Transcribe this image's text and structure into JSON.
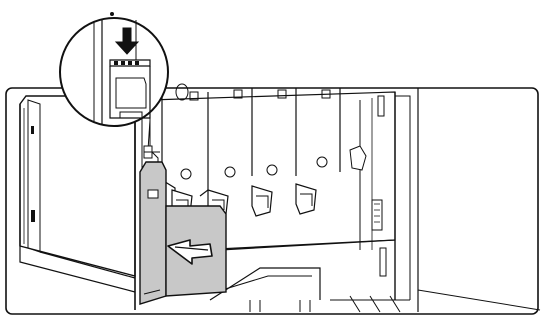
{
  "colors": {
    "line": "#111111",
    "waste_toner_box": "#c8c8c8",
    "background": "#ffffff",
    "arrow_fill": "#ffffff"
  },
  "icons": {
    "down_arrow": "down-arrow-icon",
    "pull_arrow": "pull-out-arrow-icon",
    "zoom_callout": "magnifier-callout"
  },
  "toner_slots": [
    {
      "position": 1
    },
    {
      "position": 2
    },
    {
      "position": 3
    },
    {
      "position": 4
    }
  ]
}
